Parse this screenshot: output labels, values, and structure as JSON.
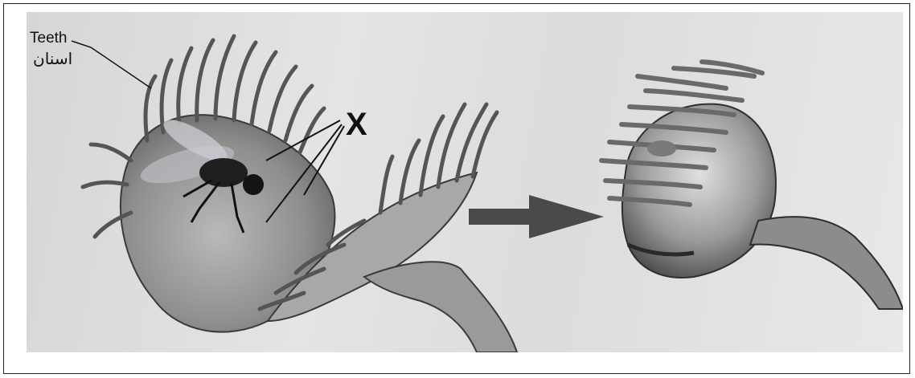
{
  "labels": {
    "teeth_en": "Teeth",
    "teeth_ar": "اسنان",
    "x_marker": "X"
  },
  "colors": {
    "background": "#dcdcda",
    "line": "#1a1a1a",
    "arrow": "#4a4a4a",
    "watermark": "#f0c8cd"
  }
}
